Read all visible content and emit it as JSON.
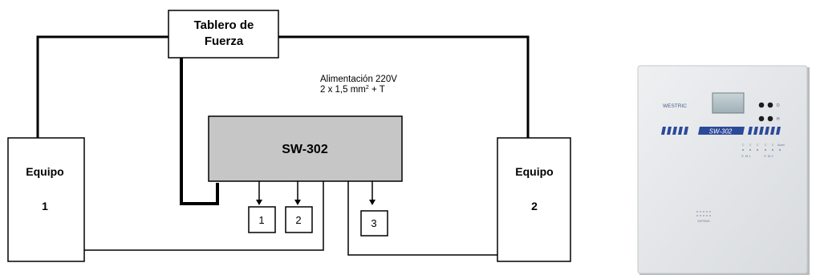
{
  "diagram": {
    "tablero": {
      "line1": "Tablero de",
      "line2": "Fuerza"
    },
    "alimentacion": {
      "line1": "Alimentación 220V",
      "line2_prefix": "2 x 1,5 mm",
      "line2_sup": "2",
      "line2_suffix": " + T"
    },
    "controller": {
      "label": "SW-302"
    },
    "equipo1": {
      "line1": "Equipo",
      "line2": "1"
    },
    "equipo2": {
      "line1": "Equipo",
      "line2": "2"
    },
    "outputs": [
      "1",
      "2",
      "3"
    ]
  },
  "device_photo": {
    "brand": "WESTRIC",
    "model": "SW-302",
    "dial_labels": [
      "D",
      "H"
    ],
    "led_row_labels": [
      "C",
      "C",
      "C",
      "C",
      "C",
      "Alarm"
    ],
    "led_group_labels": [
      "S. M 1",
      "S. M 2"
    ],
    "footer_label": "SISTEMA"
  }
}
